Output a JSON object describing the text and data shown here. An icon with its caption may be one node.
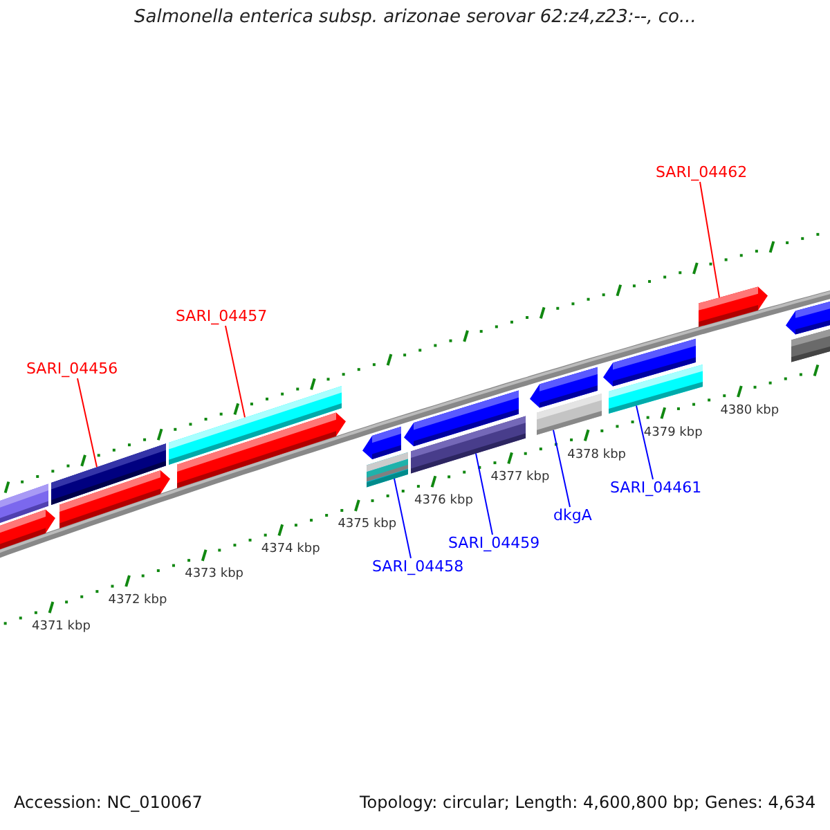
{
  "diagram": {
    "title": "Salmonella enterica subsp. arizonae serovar 62:z4,z23:--, co...",
    "nodes": [
      {
        "text": [
          "SARI_04456"
        ]
      },
      {
        "text": [],
        "shape": "bar"
      },
      {
        "text": [
          "SARI_04457"
        ]
      },
      {
        "text": [],
        "shape": "bar"
      },
      {
        "text": [
          "SARI_04462"
        ]
      },
      {
        "text": [],
        "shape": "arrow"
      },
      {
        "text": [
          "SARI_04458"
        ]
      },
      {
        "text": [],
        "shape": "bar"
      },
      {
        "text": [
          "SARI_04459"
        ]
      },
      {
        "text": [],
        "shape": "bar"
      },
      {
        "text": [
          "dkgA"
        ]
      },
      {
        "text": [],
        "shape": "bar"
      },
      {
        "text": [
          "SARI_04461"
        ]
      },
      {
        "text": [],
        "shape": "bar"
      },
      {
        "text": [],
        "shape": "bar"
      },
      {
        "text": [],
        "shape": "arrow"
      },
      {
        "text": [],
        "shape": "arrow"
      },
      {
        "text": [],
        "shape": "arrow"
      },
      {
        "text": [],
        "shape": "arrow"
      },
      {
        "text": [],
        "shape": "arrow"
      },
      {
        "text": [],
        "shape": "arrow"
      },
      {
        "text": [],
        "shape": "arrow"
      },
      {
        "text": [],
        "shape": "arrow"
      },
      {
        "text": [],
        "shape": "bar"
      }
    ],
    "edges": [
      {
        "from": 0,
        "to": 1,
        "arrow": "none",
        "color": "#ff0000"
      },
      {
        "from": 2,
        "to": 3,
        "arrow": "none",
        "color": "#ff0000"
      },
      {
        "from": 4,
        "to": 5,
        "arrow": "none",
        "color": "#ff0000"
      },
      {
        "from": 6,
        "to": 7,
        "arrow": "none"
      },
      {
        "from": 8,
        "to": 9,
        "arrow": "none"
      },
      {
        "from": 10,
        "to": 11,
        "arrow": "none"
      },
      {
        "from": 12,
        "to": 13,
        "arrow": "none"
      }
    ],
    "labels": [
      "4371 kbp",
      "4372 kbp",
      "4373 kbp",
      "4374 kbp",
      "4375 kbp",
      "4376 kbp",
      "4377 kbp",
      "4378 kbp",
      "4379 kbp",
      "4380 kbp",
      "Accession: NC_010067",
      "Topology: circular; Length: 4,600,800 bp; Genes: 4,634"
    ]
  }
}
